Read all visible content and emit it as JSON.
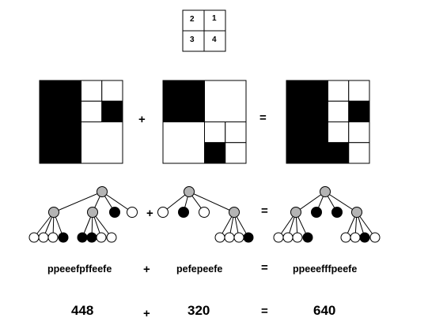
{
  "colors": {
    "black": "#000000",
    "white": "#ffffff",
    "gray": "#b4b4b4",
    "line": "#000000"
  },
  "legend": {
    "quadrants": [
      "2",
      "1",
      "3",
      "4"
    ]
  },
  "operators": {
    "plus": "+",
    "equals": "="
  },
  "quadtrees": [
    {
      "name": "a",
      "regions": [
        {
          "q": "2",
          "value": "black"
        },
        {
          "q": "1",
          "children": [
            {
              "q": "2",
              "value": "white"
            },
            {
              "q": "1",
              "value": "white"
            },
            {
              "q": "3",
              "value": "white"
            },
            {
              "q": "4",
              "value": "black"
            }
          ]
        },
        {
          "q": "3",
          "value": "black"
        },
        {
          "q": "4",
          "value": "white"
        }
      ]
    },
    {
      "name": "b",
      "regions": [
        {
          "q": "2",
          "value": "black"
        },
        {
          "q": "1",
          "value": "white"
        },
        {
          "q": "3",
          "value": "white"
        },
        {
          "q": "4",
          "children": [
            {
              "q": "2",
              "value": "white"
            },
            {
              "q": "1",
              "value": "white"
            },
            {
              "q": "3",
              "value": "black"
            },
            {
              "q": "4",
              "value": "white"
            }
          ]
        }
      ]
    },
    {
      "name": "sum",
      "regions": [
        {
          "q": "2",
          "value": "black"
        },
        {
          "q": "1",
          "children": [
            {
              "q": "2",
              "value": "white"
            },
            {
              "q": "1",
              "value": "white"
            },
            {
              "q": "3",
              "value": "white"
            },
            {
              "q": "4",
              "value": "black"
            }
          ]
        },
        {
          "q": "3",
          "value": "black"
        },
        {
          "q": "4",
          "children": [
            {
              "q": "2",
              "value": "white"
            },
            {
              "q": "1",
              "value": "white"
            },
            {
              "q": "3",
              "value": "black"
            },
            {
              "q": "4",
              "value": "white"
            }
          ]
        }
      ]
    }
  ],
  "trees": [
    {
      "name": "a",
      "children": [
        {
          "value": "p",
          "children": [
            "white",
            "white",
            "white",
            "black"
          ]
        },
        {
          "value": "p",
          "children": [
            "black",
            "black",
            "white",
            "white"
          ]
        },
        {
          "value": "black"
        },
        {
          "value": "white"
        }
      ]
    },
    {
      "name": "b",
      "children": [
        {
          "value": "white"
        },
        {
          "value": "black"
        },
        {
          "value": "white"
        },
        {
          "value": "p",
          "children": [
            "white",
            "white",
            "white",
            "black"
          ]
        }
      ]
    },
    {
      "name": "sum",
      "children": [
        {
          "value": "p",
          "children": [
            "white",
            "white",
            "white",
            "black"
          ]
        },
        {
          "value": "black"
        },
        {
          "value": "black"
        },
        {
          "value": "p",
          "children": [
            "white",
            "white",
            "black",
            "white"
          ]
        }
      ]
    }
  ],
  "strings": {
    "a": "ppeeefpffeefe",
    "b": "pefepeefe",
    "sum": "ppeeefffpeefe"
  },
  "counts": {
    "a": "448",
    "b": "320",
    "sum": "640"
  }
}
